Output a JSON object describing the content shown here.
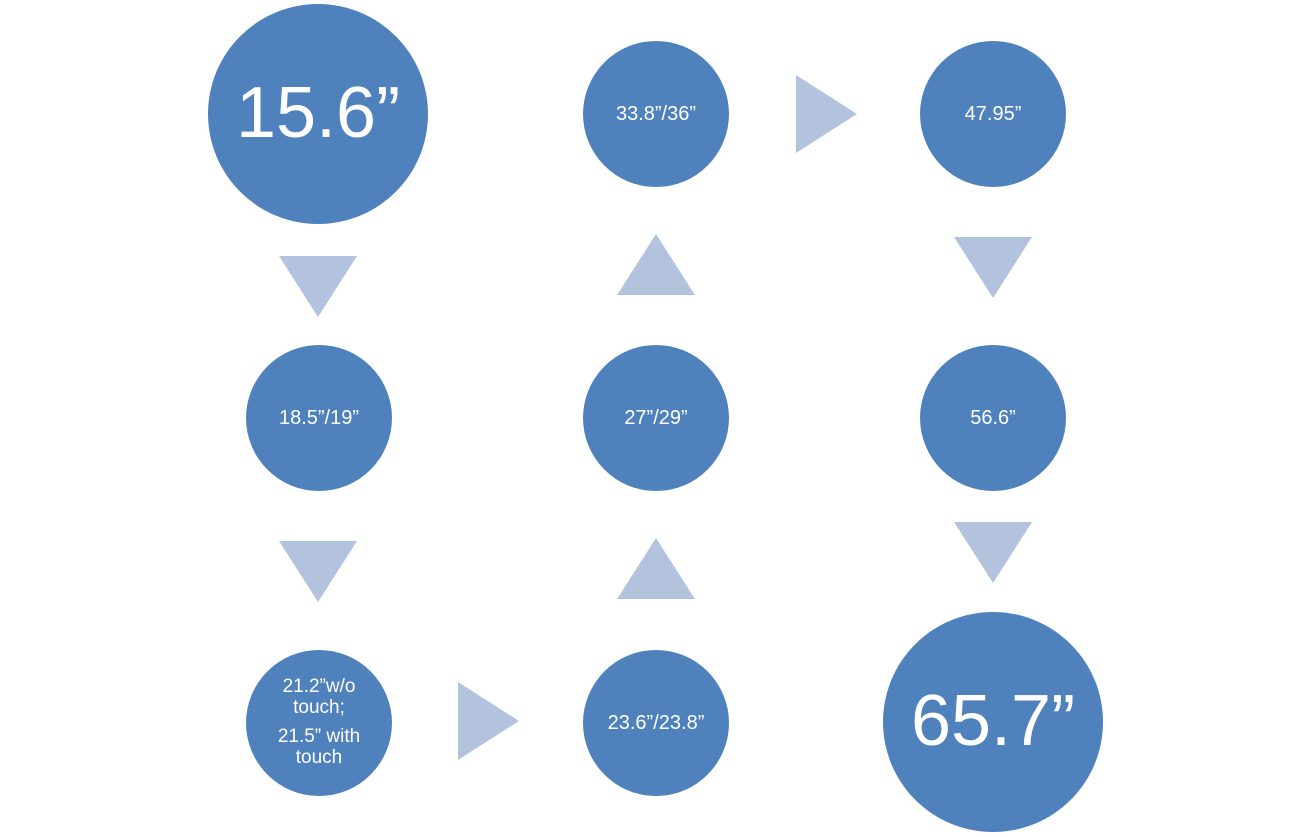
{
  "colors": {
    "circle": "#4f81bd",
    "arrow": "#b3c3de",
    "text": "#ffffff"
  },
  "nodes": [
    {
      "id": "n1",
      "lines": [
        "15.6”"
      ]
    },
    {
      "id": "n2",
      "lines": [
        "18.5”/19”"
      ]
    },
    {
      "id": "n3",
      "lines": [
        "21.2”w/o touch;",
        "21.5” with touch"
      ]
    },
    {
      "id": "n4",
      "lines": [
        "23.6”/23.8”"
      ]
    },
    {
      "id": "n5",
      "lines": [
        "27”/29”"
      ]
    },
    {
      "id": "n6",
      "lines": [
        "33.8”/36”"
      ]
    },
    {
      "id": "n7",
      "lines": [
        "47.95”"
      ]
    },
    {
      "id": "n8",
      "lines": [
        "56.6”"
      ]
    },
    {
      "id": "n9",
      "lines": [
        "65.7”"
      ]
    }
  ],
  "arrows": [
    {
      "name": "arrow-down-1",
      "icon": "triangle-down-icon"
    },
    {
      "name": "arrow-down-2",
      "icon": "triangle-down-icon"
    },
    {
      "name": "arrow-right-1",
      "icon": "triangle-right-icon"
    },
    {
      "name": "arrow-up-1",
      "icon": "triangle-up-icon"
    },
    {
      "name": "arrow-up-2",
      "icon": "triangle-up-icon"
    },
    {
      "name": "arrow-right-2",
      "icon": "triangle-right-icon"
    },
    {
      "name": "arrow-down-3",
      "icon": "triangle-down-icon"
    },
    {
      "name": "arrow-down-4",
      "icon": "triangle-down-icon"
    }
  ]
}
